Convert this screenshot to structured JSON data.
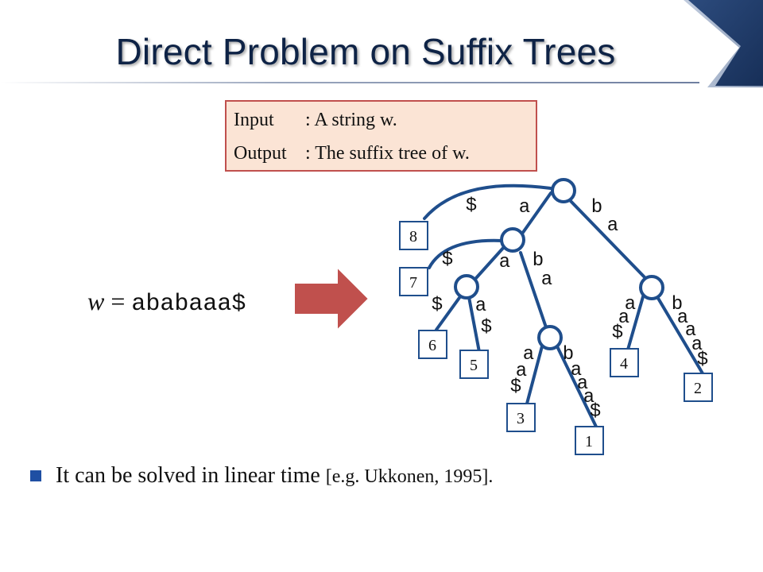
{
  "title": "Direct Problem on Suffix Trees",
  "io_box": {
    "input_label": "Input",
    "input_value": ": A string w.",
    "output_label": "Output",
    "output_value": ": The suffix  tree of w."
  },
  "expression": {
    "variable": "w",
    "equals": "=",
    "string": "ababaaa$"
  },
  "tree": {
    "edge_labels": {
      "root_to_8": "$",
      "root_to_a": "a",
      "root_to_ba_b": "b",
      "root_to_ba_a": "a",
      "a_to_7": "$",
      "a_to_aa": "a",
      "a_to_aba_b": "b",
      "a_to_aba_a": "a",
      "aa_to_6": "$",
      "aa_to_5_a": "a",
      "aa_to_5_dollar": "$",
      "aba_to_3": [
        "a",
        "a",
        "$"
      ],
      "aba_to_1": [
        "b",
        "a",
        "a",
        "a",
        "$"
      ],
      "ba_to_4": [
        "a",
        "a",
        "$"
      ],
      "ba_to_2": [
        "b",
        "a",
        "a",
        "a",
        "$"
      ]
    },
    "leaves": {
      "leaf_8": "8",
      "leaf_7": "7",
      "leaf_6": "6",
      "leaf_5": "5",
      "leaf_4": "4",
      "leaf_3": "3",
      "leaf_2": "2",
      "leaf_1": "1"
    }
  },
  "note": {
    "text": "It can be solved in linear time ",
    "citation": "[e.g. Ukkonen, 1995]."
  },
  "colors": {
    "title": "#0e2346",
    "box_fill": "#fbe4d5",
    "box_border": "#c0504d",
    "tree_line": "#1f4e8c",
    "arrow_fill": "#c0504d",
    "bullet": "#1f4fa3"
  }
}
